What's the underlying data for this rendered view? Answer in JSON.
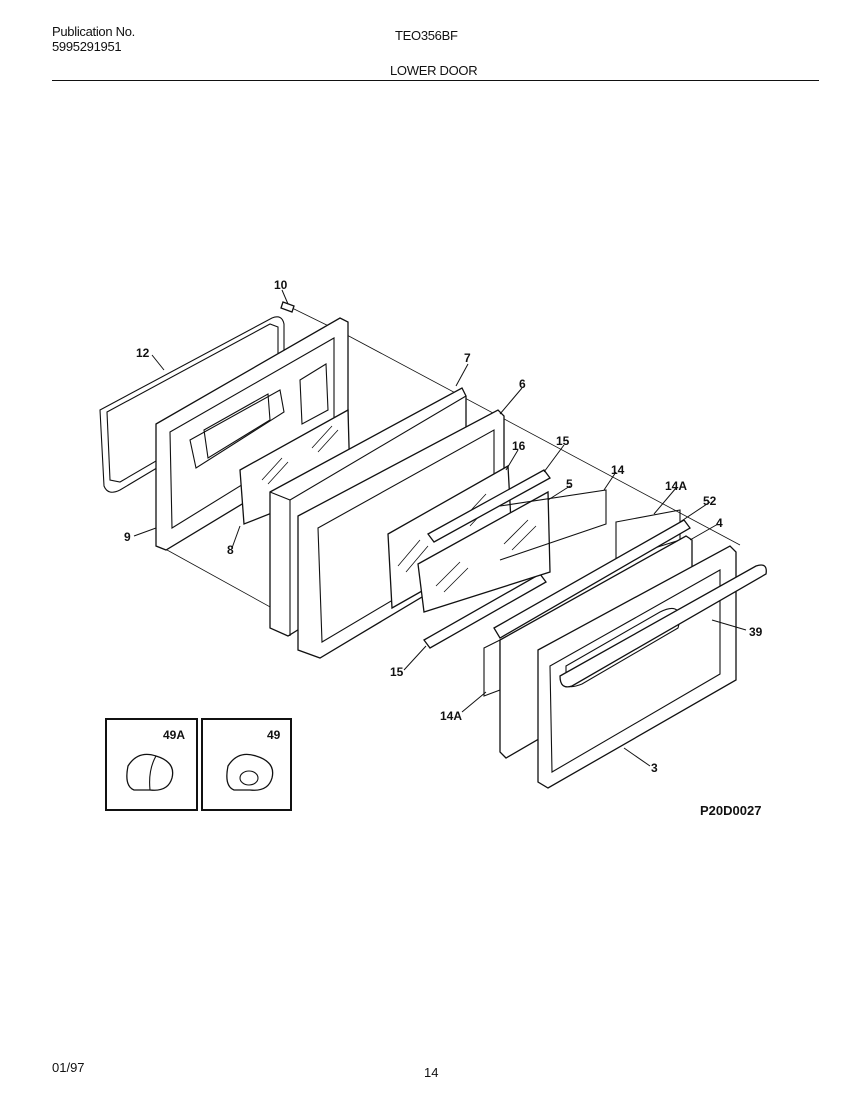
{
  "header": {
    "publication_label": "Publication No.",
    "publication_number": "5995291951",
    "model": "TEO356BF",
    "section_title": "LOWER DOOR"
  },
  "callouts": [
    "10",
    "12",
    "7",
    "6",
    "16",
    "15",
    "5",
    "14",
    "14A",
    "52",
    "4",
    "39",
    "3",
    "14A",
    "15",
    "9",
    "8"
  ],
  "insets": [
    {
      "label": "49A"
    },
    {
      "label": "49"
    }
  ],
  "diagram_code": "P20D0027",
  "footer": {
    "date": "01/97",
    "page_number": "14"
  }
}
